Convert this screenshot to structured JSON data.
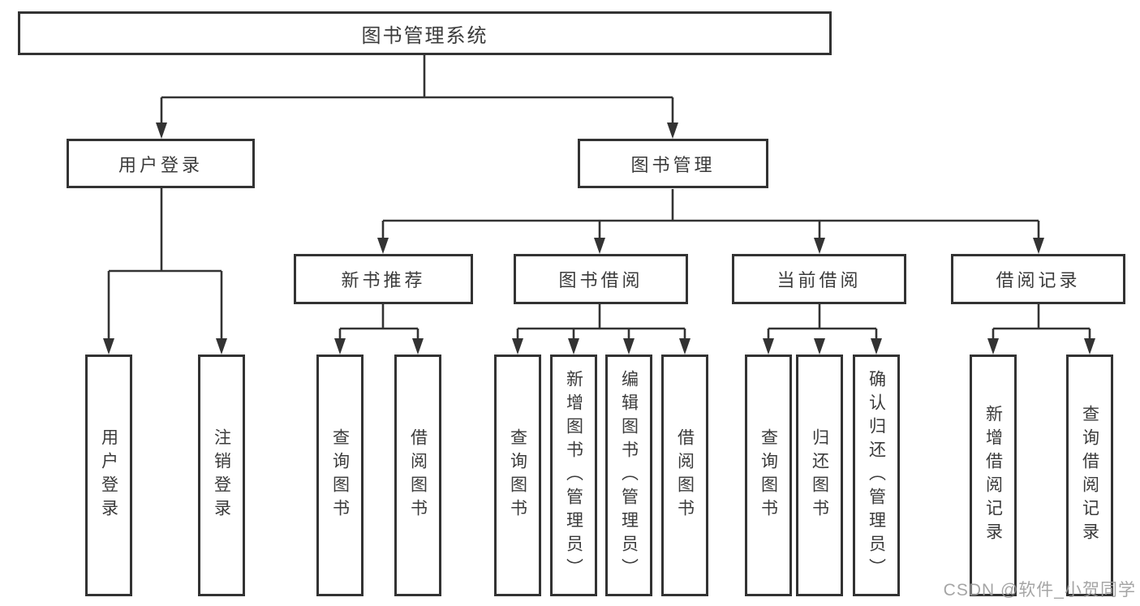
{
  "nodes": {
    "root": "图书管理系统",
    "user_login": "用户登录",
    "book_mgmt": "图书管理",
    "new_books": "新书推荐",
    "book_borrow": "图书借阅",
    "current_borrow": "当前借阅",
    "borrow_records": "借阅记录",
    "leaf_user_login": "用户登录",
    "leaf_logout": "注销登录",
    "leaf_nb_query": "查询图书",
    "leaf_nb_borrow": "借阅图书",
    "leaf_bb_query": "查询图书",
    "leaf_bb_add": "新增图书（管理员）",
    "leaf_bb_edit": "编辑图书（管理员）",
    "leaf_bb_borrow": "借阅图书",
    "leaf_cb_query": "查询图书",
    "leaf_cb_return": "归还图书",
    "leaf_cb_confirm": "确认归还（管理员）",
    "leaf_br_add": "新增借阅记录",
    "leaf_br_query": "查询借阅记录"
  },
  "watermark": "CSDN @软件_小贺同学",
  "colors": {
    "line": "#333333",
    "text": "#3b3b3b",
    "watermark": "#9c9c9c",
    "background": "#ffffff"
  }
}
